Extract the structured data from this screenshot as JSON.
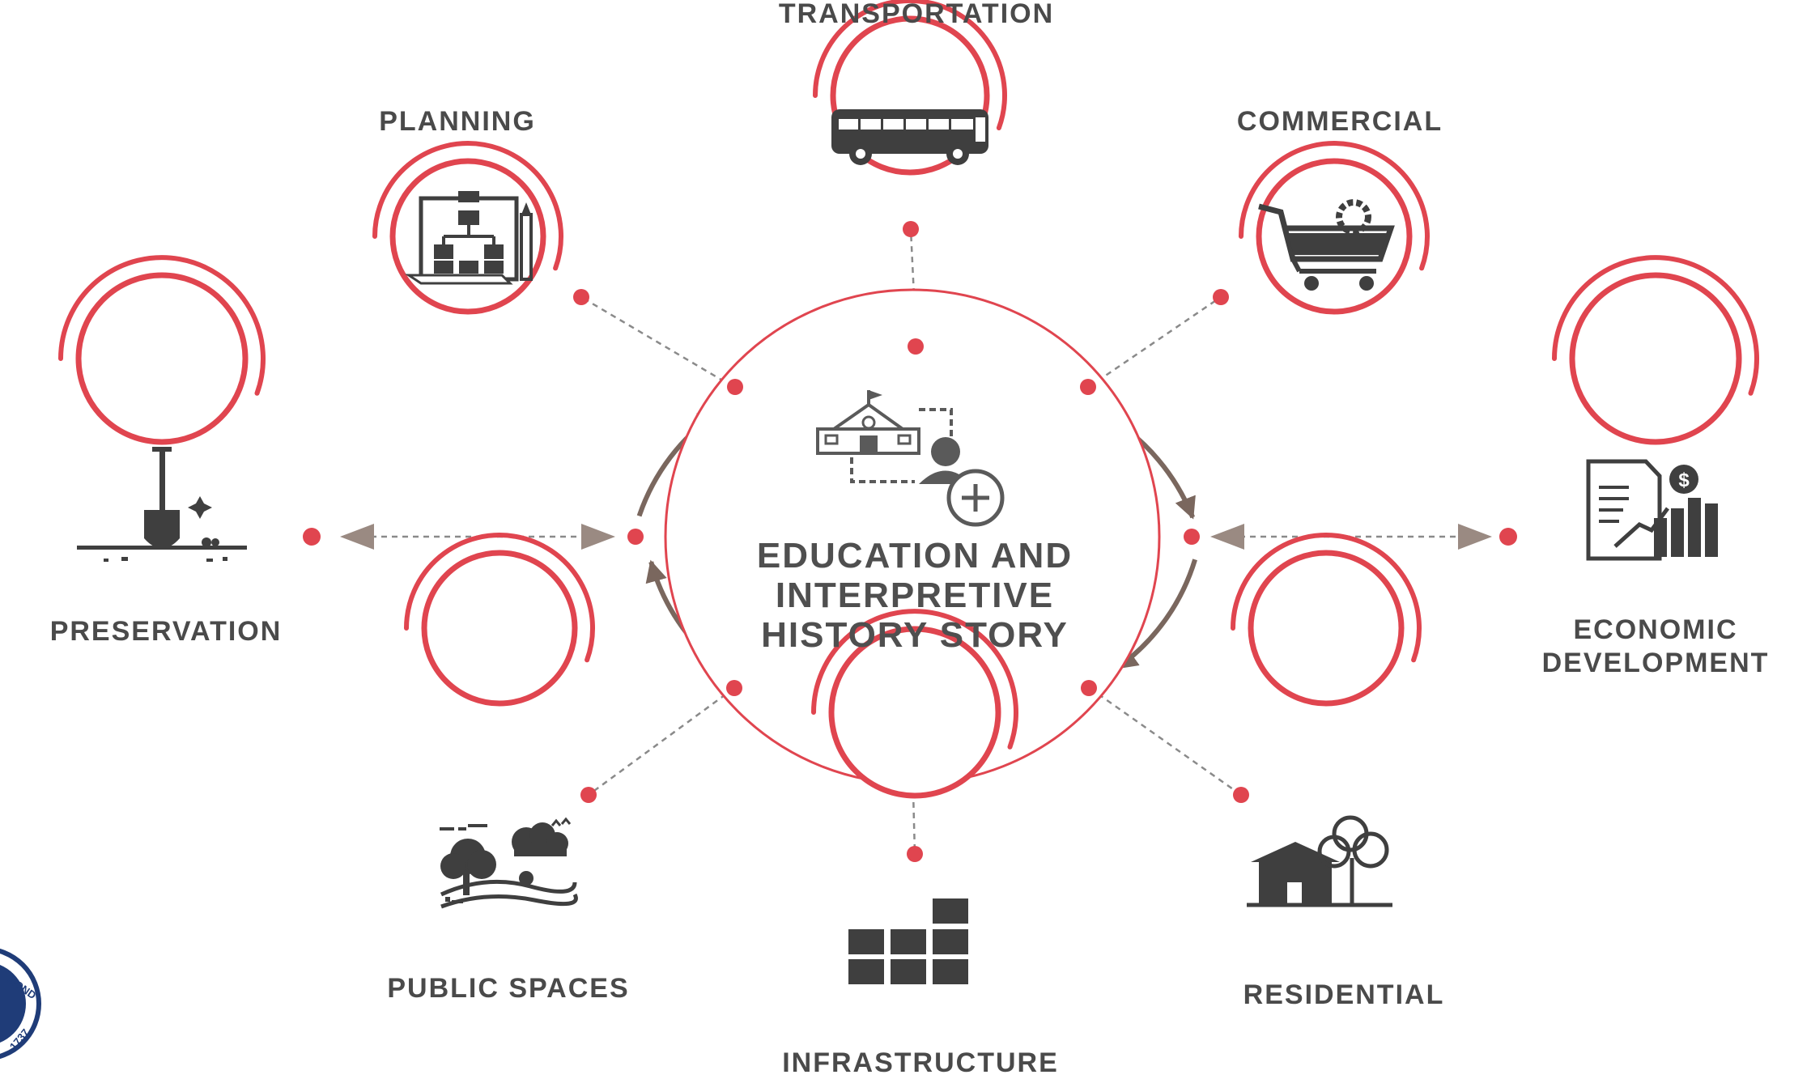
{
  "colors": {
    "accent_red": "#e0454f",
    "arrow_brown": "#7a675e",
    "icon_gray": "#3f3f3f",
    "label_gray": "#4a4a4a",
    "seal_blue": "#1f3c78"
  },
  "center": {
    "title_lines": [
      "EDUCATION AND",
      "INTERPRETIVE",
      "HISTORY STORY"
    ],
    "icon": "schoolhouse-with-person-plus-icon"
  },
  "nodes": [
    {
      "key": "transportation",
      "label_lines": [
        "TRANSPORTATION"
      ],
      "icon": "bus-icon"
    },
    {
      "key": "planning",
      "label_lines": [
        "PLANNING"
      ],
      "icon": "org-chart-blueprint-icon"
    },
    {
      "key": "commercial",
      "label_lines": [
        "COMMERCIAL"
      ],
      "icon": "shopping-cart-gear-icon"
    },
    {
      "key": "preservation",
      "label_lines": [
        "PRESERVATION"
      ],
      "icon": "shovel-dig-icon"
    },
    {
      "key": "economic-development",
      "label_lines": [
        "ECONOMIC",
        "DEVELOPMENT"
      ],
      "icon": "financial-report-chart-icon"
    },
    {
      "key": "public-spaces",
      "label_lines": [
        "PUBLIC SPACES"
      ],
      "icon": "park-landscape-icon"
    },
    {
      "key": "infrastructure",
      "label_lines": [
        "INFRASTRUCTURE"
      ],
      "icon": "building-blocks-icon"
    },
    {
      "key": "residential",
      "label_lines": [
        "RESIDENTIAL"
      ],
      "icon": "house-tree-icon"
    }
  ],
  "seal": {
    "icon": "city-seal-icon",
    "visible_text": [
      "MOND",
      "1737"
    ]
  }
}
